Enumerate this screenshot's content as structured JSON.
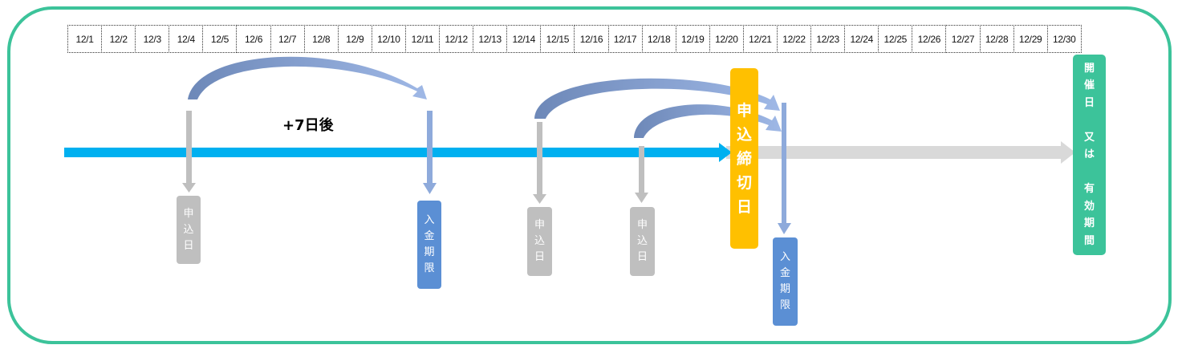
{
  "dates": [
    "12/1",
    "12/2",
    "12/3",
    "12/4",
    "12/5",
    "12/6",
    "12/7",
    "12/8",
    "12/9",
    "12/10",
    "12/11",
    "12/12",
    "12/13",
    "12/14",
    "12/15",
    "12/16",
    "12/17",
    "12/18",
    "12/19",
    "12/20",
    "12/21",
    "12/22",
    "12/23",
    "12/24",
    "12/25",
    "12/26",
    "12/27",
    "12/28",
    "12/29",
    "12/30"
  ],
  "labels": {
    "apply_day": [
      "申",
      "込",
      "日"
    ],
    "payment_deadline": [
      "入",
      "金",
      "期",
      "限"
    ],
    "application_deadline": [
      "申",
      "込",
      "締",
      "切",
      "日"
    ],
    "event_day": [
      "開",
      "催",
      "日",
      "　",
      "又",
      "は",
      "　",
      "有",
      "効",
      "期",
      "間"
    ],
    "plus_days": "+7日後"
  },
  "colors": {
    "frame": "#3cc39a",
    "timeline": "#00b0f0",
    "future_timeline": "#d9d9d9",
    "apply_box": "#bfbfbf",
    "payment_box": "#5b8fd4",
    "deadline_box": "#ffc000",
    "event_box": "#3cc39a",
    "curve_arrow": "#8eaadb"
  }
}
